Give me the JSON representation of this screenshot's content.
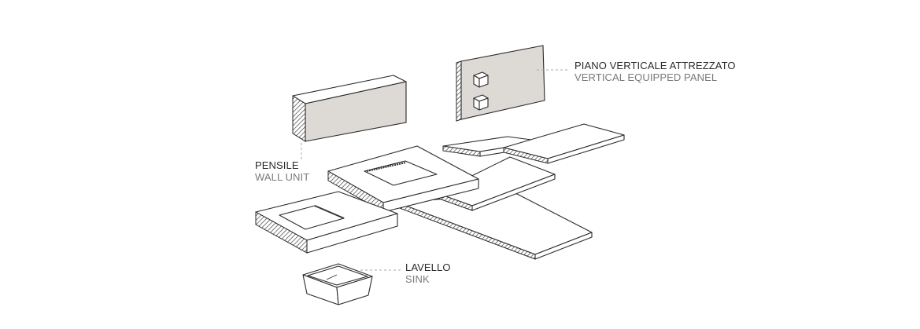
{
  "labels": {
    "panel": {
      "it": "PIANO VERTICALE ATTREZZATO",
      "en": "VERTICAL EQUIPPED PANEL"
    },
    "wall_unit": {
      "it": "PENSILE",
      "en": "WALL UNIT"
    },
    "sink": {
      "it": "LAVELLO",
      "en": "SINK"
    }
  },
  "colors": {
    "panel_fill": "#ddd9d4",
    "line": "#2a2a2a",
    "label_primary": "#2b2b2b",
    "label_secondary": "#7a7a7a"
  }
}
